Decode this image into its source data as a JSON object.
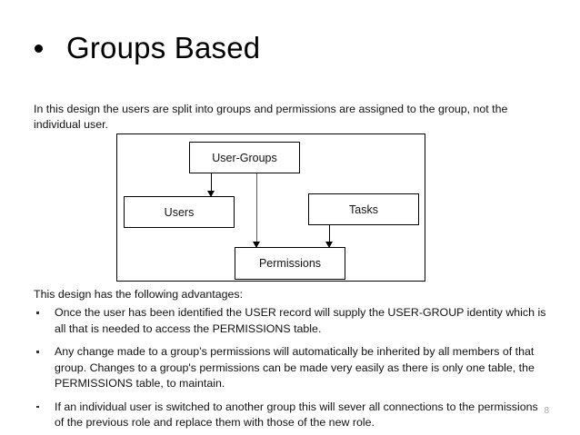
{
  "slide": {
    "title": "Groups Based",
    "title_bullet": "bullet-dot",
    "page_number": "8",
    "intro": "In this design the users are split into groups and permissions are assigned to the group, not the individual user.",
    "lead_in": "This design has the following advantages:",
    "bullets": [
      "Once the user has been identified the USER record will supply the USER-GROUP identity which is all that is needed to access the PERMISSIONS table.",
      "Any change made to a group’s permissions will automatically be inherited by all members of that group. Changes to a group's permissions can be made very easily as there is only one table, the PERMISSIONS table, to maintain.",
      "If an individual user is switched to another group this will sever all connections to the permissions of the previous role and replace them with those of the new role."
    ]
  },
  "diagram": {
    "type": "flowchart",
    "nodes": [
      {
        "id": "user-groups",
        "label": "User-Groups"
      },
      {
        "id": "users",
        "label": "Users"
      },
      {
        "id": "tasks",
        "label": "Tasks"
      },
      {
        "id": "permissions",
        "label": "Permissions"
      }
    ],
    "edges": [
      {
        "from": "user-groups",
        "to": "users",
        "arrow": "down"
      },
      {
        "from": "user-groups",
        "to": "permissions",
        "arrow": "down"
      },
      {
        "from": "tasks",
        "to": "permissions",
        "arrow": "down"
      }
    ],
    "colors": {
      "border": "#000000",
      "background": "#ffffff",
      "text": "#111111"
    }
  }
}
